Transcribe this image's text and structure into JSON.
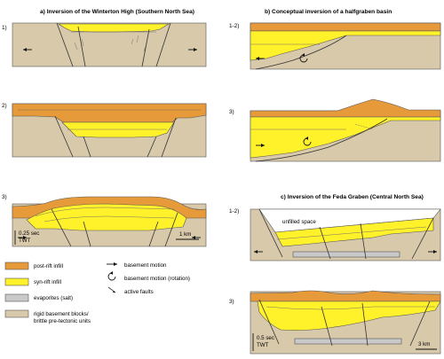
{
  "panels": {
    "a": {
      "title": "a) Inversion of the Winterton High (Southern North Sea)",
      "steps": [
        "1)",
        "2)",
        "3)"
      ],
      "scale_time": "0.25 sec",
      "scale_time_unit": "TWT",
      "scale_length": "1 km"
    },
    "b": {
      "title": "b) Conceptual inversion of a halfgraben basin",
      "steps": [
        "1-2)",
        "3)"
      ]
    },
    "c": {
      "title": "c) Inversion of the Feda Graben (Central North Sea)",
      "steps": [
        "1-2)",
        "3)"
      ],
      "unfilled_label": "unfilled space",
      "scale_time": "0.5 sec",
      "scale_time_unit": "TWT",
      "scale_length": "3 km"
    }
  },
  "legend": {
    "post_rift": "post-rift infill",
    "syn_rift": "syn-rift infill",
    "evaporites": "evaporites (salt)",
    "basement_1": "rigid basement blocks/",
    "basement_2": "brittle pre-tectonic units",
    "basement_motion": "basement motion",
    "basement_rotation": "basement motion (rotation)",
    "active_faults": "active faults"
  },
  "colors": {
    "post_rift": "#e69a3a",
    "syn_rift": "#fff12a",
    "evaporites": "#c9c9c9",
    "basement": "#d8c9ab"
  }
}
